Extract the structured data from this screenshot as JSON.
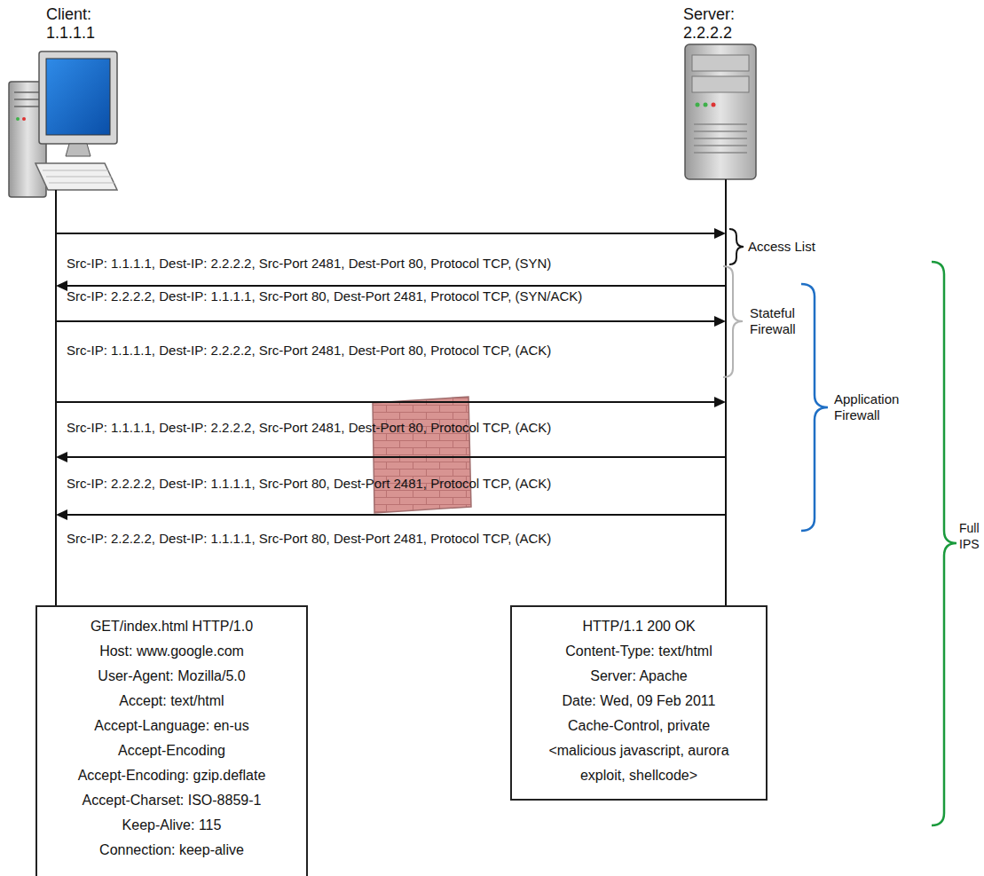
{
  "diagram": {
    "nodes": [
      {
        "text": [
          "Client: 1.1.1.1"
        ]
      },
      {
        "text": [
          "Server: 2.2.2.2"
        ]
      },
      {
        "text": [
          "GET/index.html HTTP/1.0",
          "Host: www.google.com",
          "User-Agent: Mozilla/5.0",
          "Accept: text/html",
          "Accept-Language: en-us",
          "Accept-Encoding",
          "Accept-Encoding: gzip.deflate",
          "Accept-Charset: ISO-8859-1",
          "Keep-Alive: 115",
          "Connection: keep-alive"
        ]
      },
      {
        "text": [
          "HTTP/1.1 200 OK",
          "Content-Type: text/html",
          "Server: Apache",
          "Date: Wed, 09 Feb 2011",
          "Cache-Control, private",
          "<malicious javascript, aurora exploit, shellcode>"
        ]
      }
    ],
    "edges": [
      {
        "from": 0,
        "to": 1,
        "arrow": "to",
        "label": "Src-IP: 1.1.1.1, Dest-IP: 2.2.2.2, Src-Port 2481, Dest-Port 80, Protocol TCP, (SYN)"
      },
      {
        "from": 1,
        "to": 0,
        "arrow": "to",
        "label": "Src-IP: 2.2.2.2, Dest-IP: 1.1.1.1, Src-Port 80, Dest-Port 2481, Protocol TCP, (SYN/ACK)"
      },
      {
        "from": 0,
        "to": 1,
        "arrow": "to",
        "label": "Src-IP: 1.1.1.1, Dest-IP: 2.2.2.2, Src-Port 2481, Dest-Port 80, Protocol TCP, (ACK)"
      },
      {
        "from": 0,
        "to": 1,
        "arrow": "to",
        "label": "Src-IP: 1.1.1.1, Dest-IP: 2.2.2.2, Src-Port 2481, Dest-Port 80, Protocol TCP, (ACK)"
      },
      {
        "from": 1,
        "to": 0,
        "arrow": "to",
        "label": "Src-IP: 2.2.2.2, Dest-IP: 1.1.1.1, Src-Port 80, Dest-Port 2481, Protocol TCP, (ACK)"
      },
      {
        "from": 1,
        "to": 0,
        "arrow": "to",
        "label": "Src-IP: 2.2.2.2, Dest-IP: 1.1.1.1, Src-Port 80, Dest-Port 2481, Protocol TCP, (ACK)"
      }
    ],
    "labels": [
      "Access List",
      "Stateful Firewall",
      "Application Firewall",
      "Full IPS"
    ]
  }
}
